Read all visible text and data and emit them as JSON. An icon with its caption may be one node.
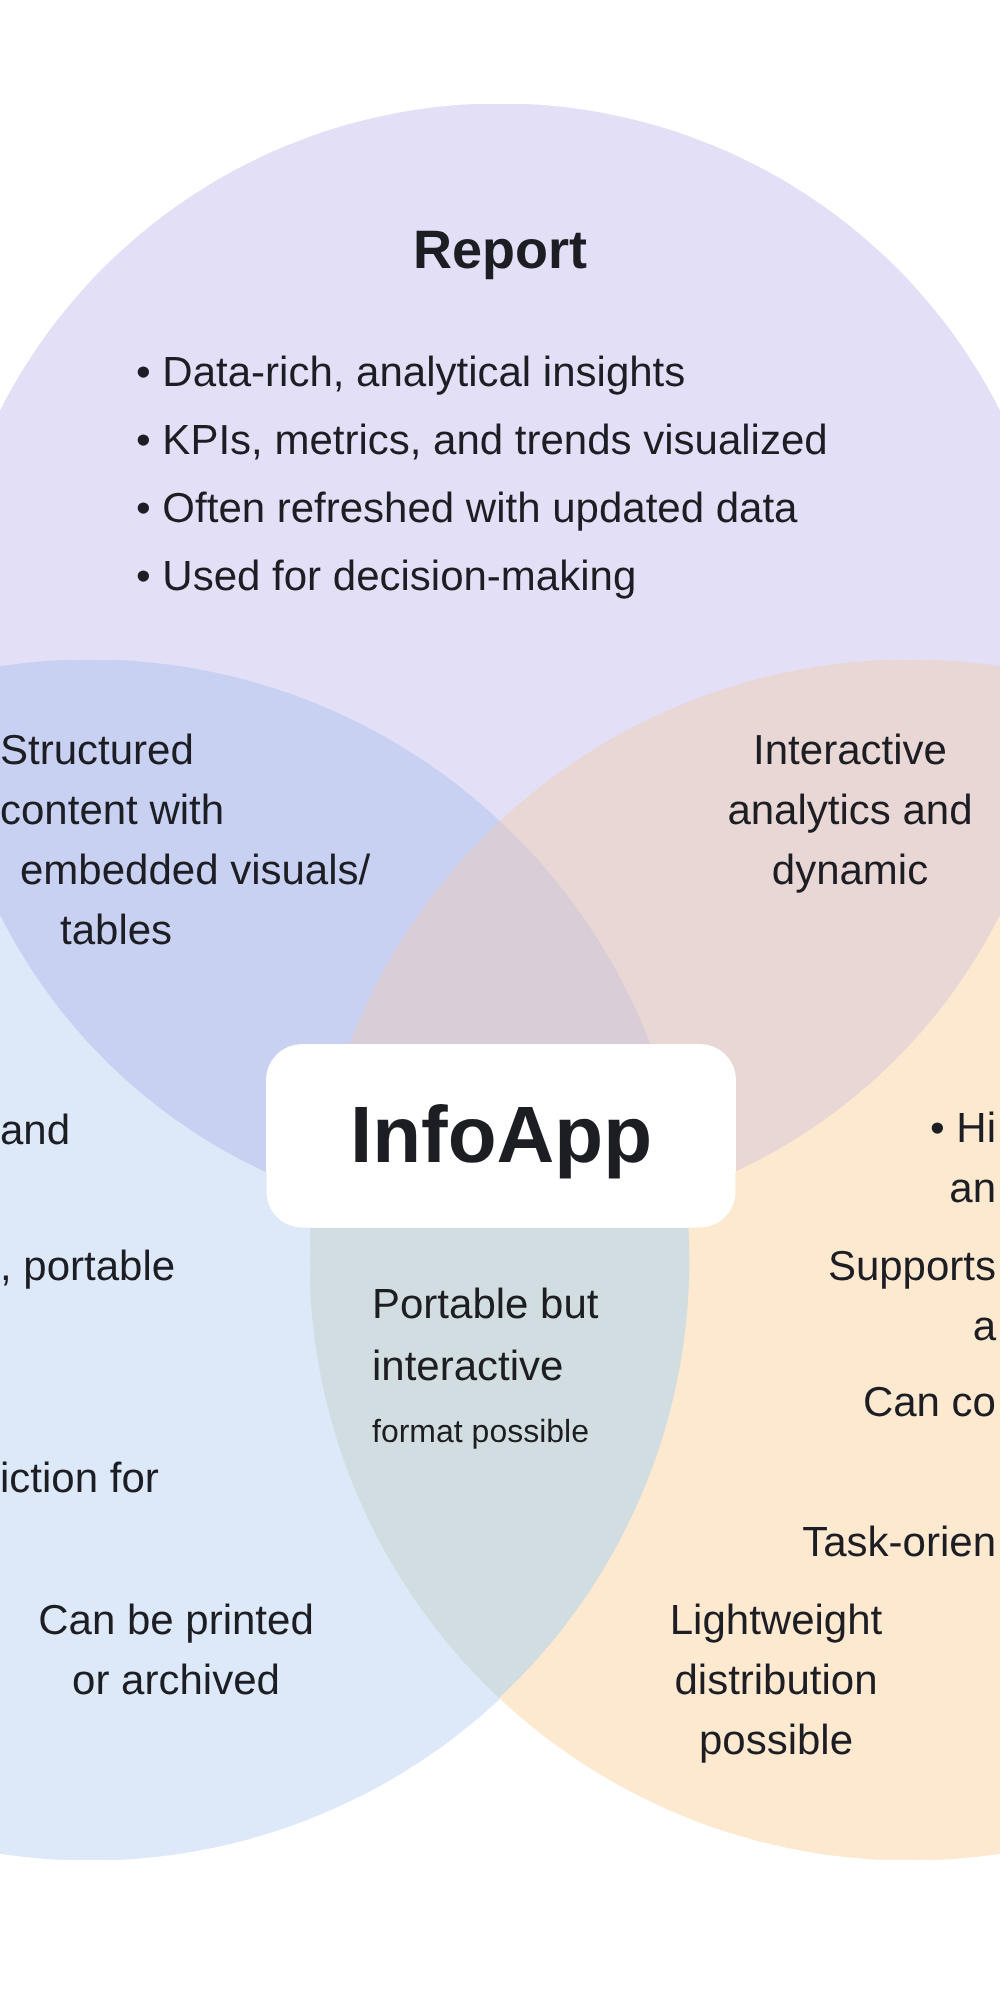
{
  "diagram": {
    "nodes": [
      {
        "text": [
          "Report",
          "• Data-rich, analytical insights",
          "• KPIs, metrics, and trends visualized",
          "• Often refreshed with updated data",
          "• Used for decision-making"
        ]
      },
      {
        "text": [
          "Structured content with embedded visuals/ tables"
        ]
      },
      {
        "text": [
          "Interactive analytics and dynamic"
        ]
      },
      {
        "text": [],
        "shape": "triangle"
      },
      {
        "text": [
          "InfoApp"
        ]
      },
      {
        "text": [
          "and",
          ", portable",
          "iction for",
          "Can be printed or archived"
        ]
      },
      {
        "text": [
          "Portable but interactive format possible"
        ]
      },
      {
        "text": [
          "• Hi an",
          "Supports a",
          "Can co",
          "Task-orien",
          "Lightweight distribution possible"
        ]
      }
    ]
  }
}
